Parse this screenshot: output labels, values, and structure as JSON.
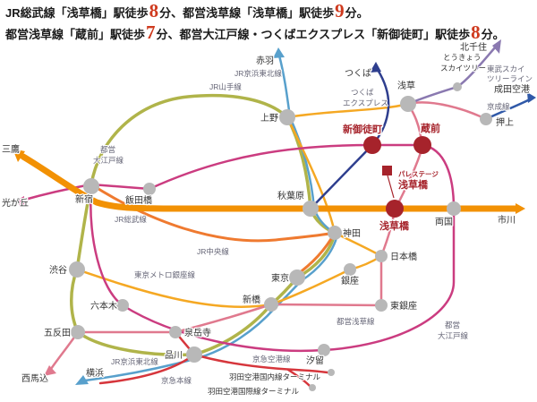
{
  "header": {
    "line1": [
      "JR総武線「浅草橋」駅徒歩",
      "8",
      "分、都営浅草線「浅草橋」駅徒歩",
      "9",
      "分。"
    ],
    "line2": [
      "都営浅草線「蔵前」駅徒歩",
      "7",
      "分、都営大江戸線・つくばエクスプレス「新御徒町」駅徒歩",
      "8",
      "分。"
    ]
  },
  "colors": {
    "number_red": "#cf3a1e",
    "highlight_red": "#a6232b",
    "station_gray": "#b8b8b8",
    "yamanote": "#b0b44a",
    "sobu": "#f29104",
    "chuo": "#ef7a30",
    "keihin_tohoku": "#58a0cc",
    "ginza_metro": "#f5a823",
    "oedo": "#cb3c80",
    "asakusa_line": "#e0798e",
    "keikyu": "#d6363c",
    "tsukuba_express": "#2e3e8e",
    "tobu": "#8a79b0",
    "keisei": "#3059a8"
  },
  "stations": {
    "shinjuku": "新宿",
    "iidabashi": "飯田橋",
    "ueno": "上野",
    "akihabara": "秋葉原",
    "kanda": "神田",
    "tokyo": "東京",
    "ginza": "銀座",
    "shimbashi": "新橋",
    "higashi_ginza": "東銀座",
    "nihombashi": "日本橋",
    "shibuya": "渋谷",
    "roppongi": "六本木",
    "gotanda": "五反田",
    "sengakuji": "泉岳寺",
    "shinagawa": "品川",
    "shiodome": "汐留",
    "ryogoku": "両国",
    "asakusa": "浅草",
    "oshiage": "押上",
    "skytree_line1": "とうきょう",
    "skytree_line2": "スカイツリー"
  },
  "terminals": {
    "mitaka": "三鷹",
    "hikarigaoka": "光が丘",
    "ichikawa": "市川",
    "akabane": "赤羽",
    "tsukuba": "つくば",
    "kitasenju": "北千住",
    "narita_airport": "成田空港",
    "yokohama": "横浜",
    "nishi_magome": "西馬込",
    "haneda_domestic": "羽田空港国内線ターミナル",
    "haneda_international": "羽田空港国際線ターミナル"
  },
  "line_labels": {
    "yamanote": "JR山手線",
    "sobu": "JR総武線",
    "chuo": "JR中央線",
    "keihin_tohoku": "JR京浜東北線",
    "ginza_metro": "東京メトロ銀座線",
    "oedo_1": "都営",
    "oedo_2": "大江戸線",
    "asakusa_toei": "都営浅草線",
    "tx_1": "つくば",
    "tx_2": "エクスプレス",
    "tobu_1": "東武スカイ",
    "tobu_2": "ツリーライン",
    "keisei": "京成線",
    "keikyu_main": "京急本線",
    "keikyu_airport": "京急空港線"
  },
  "highlights": {
    "shin_okachimachi": "新御徒町",
    "kuramae": "蔵前",
    "asakusabashi": "浅草橋",
    "property_name": "パレステージ",
    "property_station": "浅草橋"
  }
}
